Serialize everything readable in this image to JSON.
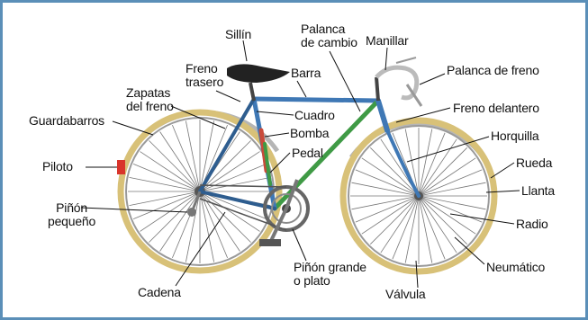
{
  "labels": {
    "sillin": "Sillín",
    "palanca_de_cambio": "Palanca\nde cambio",
    "manillar": "Manillar",
    "freno_trasero": "Freno\ntrasero",
    "barra": "Barra",
    "palanca_de_freno": "Palanca de freno",
    "zapatas_del_freno": "Zapatas\ndel freno",
    "cuadro": "Cuadro",
    "freno_delantero": "Freno delantero",
    "guardabarros": "Guardabarros",
    "bomba": "Bomba",
    "horquilla": "Horquilla",
    "pedal": "Pedal",
    "rueda": "Rueda",
    "piloto": "Piloto",
    "llanta": "Llanta",
    "pinon_pequeno": "Piñón\npequeño",
    "radio": "Radio",
    "neumatico": "Neumático",
    "pinon_grande": "Piñón grande\no plato",
    "cadena": "Cadena",
    "valvula": "Válvula"
  },
  "colors": {
    "border": "#5b8fb8",
    "tire": "#d8c178",
    "rim": "#9a9a9a",
    "spoke": "#666666",
    "frame_blue": "#3f78b5",
    "frame_green": "#3f9a45",
    "mudguard": "#b5b5b5",
    "saddle": "#222222",
    "leader": "#111111",
    "pump_red": "#c94a3a",
    "taillight": "#d9342b"
  }
}
